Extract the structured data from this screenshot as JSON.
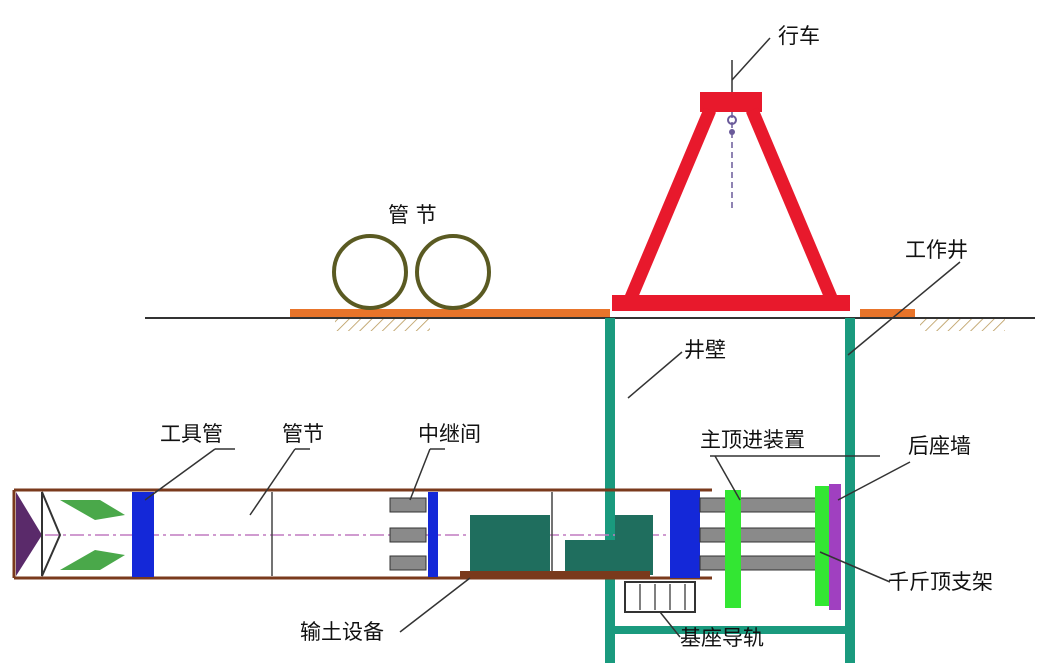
{
  "labels": {
    "crane": "行车",
    "pipe_top": "管 节",
    "work_shaft": "工作井",
    "shaft_wall": "井壁",
    "tool_pipe": "工具管",
    "pipe_bottom": "管节",
    "relay": "中继间",
    "main_jack_device": "主顶进装置",
    "back_wall": "后座墙",
    "jack_bracket": "千斤顶支架",
    "soil_equipment": "输土设备",
    "base_rail": "基座导轨"
  },
  "colors": {
    "crane": "#e8192c",
    "shaft": "#1a9a7e",
    "ground_layer": "#e8742a",
    "soil_hatch": "#b89858",
    "pipe_outline": "#7a3a1c",
    "ring_blue": "#1428d8",
    "jack_green": "#33e633",
    "back_wall": "#a040c0",
    "equipment": "#1f6e5e",
    "rod_gray": "#8a8a8a",
    "pipe_ring": "#5a5a22"
  }
}
